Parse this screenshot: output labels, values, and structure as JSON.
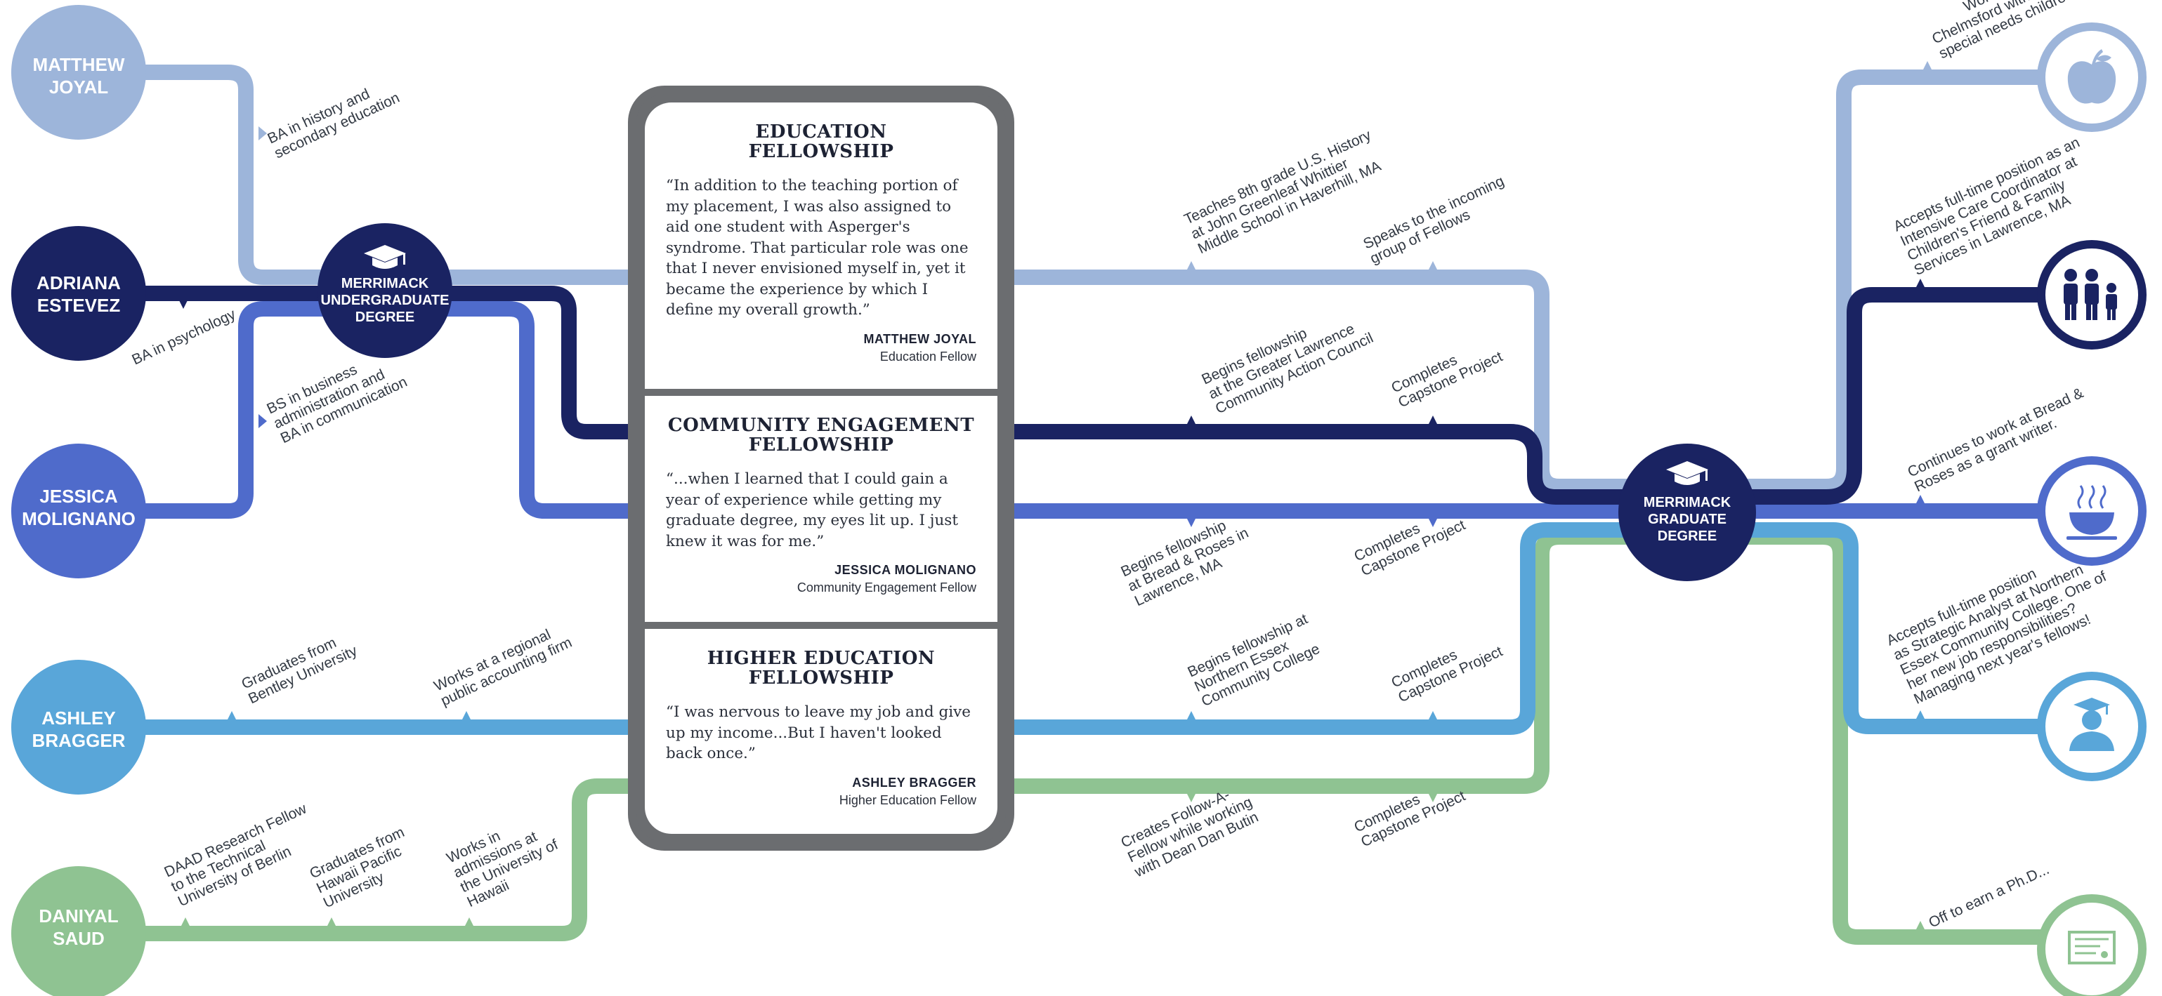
{
  "people": [
    {
      "id": "matthew",
      "line1": "MATTHEW",
      "line2": "JOYAL",
      "color": "#9db5da"
    },
    {
      "id": "adriana",
      "line1": "ADRIANA",
      "line2": "ESTEVEZ",
      "color": "#1a2362"
    },
    {
      "id": "jessica",
      "line1": "JESSICA",
      "line2": "MOLIGNANO",
      "color": "#4f6bcb"
    },
    {
      "id": "ashley",
      "line1": "ASHLEY",
      "line2": "BRAGGER",
      "color": "#59a6d9"
    },
    {
      "id": "daniyal",
      "line1": "DANIYAL",
      "line2": "SAUD",
      "color": "#8fc392"
    }
  ],
  "hubs": {
    "undergrad": [
      "MERRIMACK",
      "UNDERGRADUATE",
      "DEGREE"
    ],
    "grad": [
      "MERRIMACK",
      "GRADUATE",
      "DEGREE"
    ]
  },
  "annotations": {
    "matthew_ba": [
      "BA in history and",
      "secondary education"
    ],
    "adriana_ba": [
      "BA in psychology"
    ],
    "jessica_bs": [
      "BS in business",
      "administration and",
      "BA in communication"
    ],
    "ashley_grad": [
      "Graduates from",
      "Bentley University"
    ],
    "ashley_work": [
      "Works at a regional",
      "public accounting firm"
    ],
    "daniyal_daad": [
      "DAAD Research Fellow",
      "to the Technical",
      "University of Berlin"
    ],
    "daniyal_grad": [
      "Graduates from",
      "Hawaii Pacific",
      "University"
    ],
    "daniyal_work": [
      "Works in",
      "admissions at",
      "the University of",
      "Hawaii"
    ],
    "matthew_teach": [
      "Teaches 8th grade U.S. History",
      "at John Greenleaf Whittier",
      "Middle School in Haverhill, MA"
    ],
    "matthew_speaks": [
      "Speaks to the incoming",
      "group of Fellows"
    ],
    "adriana_begins": [
      "Begins fellowship",
      "at the Greater Lawrence",
      "Community Action Council"
    ],
    "adriana_capstone": [
      "Completes",
      "Capstone Project"
    ],
    "jessica_begins": [
      "Begins fellowship",
      "at Bread & Roses in",
      "Lawrence, MA"
    ],
    "jessica_capstone": [
      "Completes",
      "Capstone Project"
    ],
    "ashley_begins": [
      "Begins fellowship at",
      "Northern Essex",
      "Community College"
    ],
    "ashley_capstone": [
      "Completes",
      "Capstone Project"
    ],
    "daniyal_creates": [
      "Creates Follow-A-",
      "Fellow while working",
      "with Dean Dan Butin"
    ],
    "daniyal_capstone": [
      "Completes",
      "Capstone Project"
    ],
    "matthew_outcome": [
      "Works at Learning Prep in",
      "Chelmsford with",
      "special needs children."
    ],
    "adriana_outcome": [
      "Accepts full-time position as an",
      "Intensive Care Coordinator at",
      "Children's Friend & Family",
      "Services in Lawrence, MA"
    ],
    "jessica_outcome": [
      "Continues to work at Bread &",
      "Roses as a grant writer."
    ],
    "ashley_outcome": [
      "Accepts full-time position",
      "as Strategic Analyst at Northern",
      "Essex Community College. One of",
      "her new job responsibilities?",
      "Managing next year's fellows!"
    ],
    "daniyal_outcome": [
      "Off to earn a Ph.D..."
    ]
  },
  "fellowships": [
    {
      "title1": "EDUCATION",
      "title2": "FELLOWSHIP",
      "quote": "“In addition to the teaching portion of my placement, I was also assigned to aid one student with Asperger's syndrome. That particular role was one that I never envisioned myself in, yet it became the experience by which I define my overall growth.”",
      "name": "MATTHEW JOYAL",
      "role": "Education Fellow"
    },
    {
      "title1": "COMMUNITY ENGAGEMENT",
      "title2": "FELLOWSHIP",
      "quote": "“...when I learned that I could gain a year of experience while getting my graduate degree, my eyes lit up. I just knew it was for me.”",
      "name": "JESSICA MOLIGNANO",
      "role": "Community Engagement Fellow"
    },
    {
      "title1": "HIGHER EDUCATION",
      "title2": "FELLOWSHIP",
      "quote": "“I was nervous to leave my job and give up my income...But I haven't looked back once.”",
      "name": "ASHLEY BRAGGER",
      "role": "Higher Education Fellow"
    }
  ],
  "icons": [
    "apple-icon",
    "family-icon",
    "soup-bowl-icon",
    "graduate-icon",
    "diploma-icon",
    "graduation-cap-icon"
  ],
  "colors": {
    "card_border": "#6b6d70",
    "hub": "#1a2362",
    "text": "#333a44"
  }
}
